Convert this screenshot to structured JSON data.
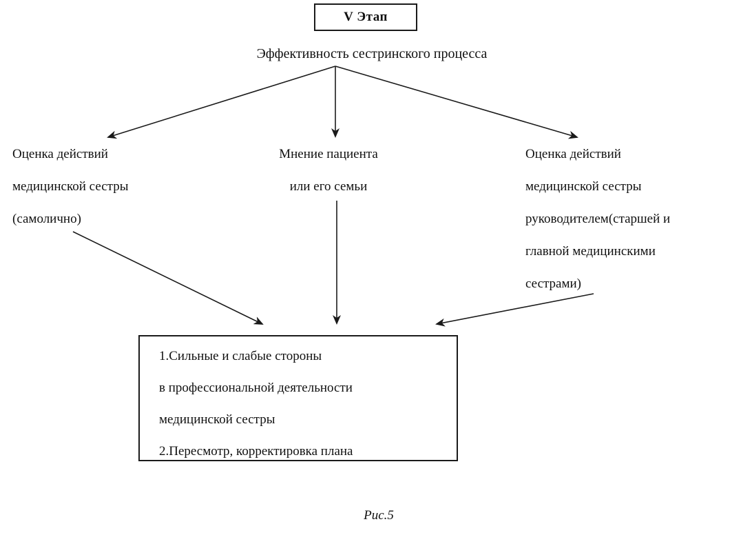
{
  "diagram": {
    "stage_label": "V  Этап",
    "main_title": "Эффективность сестринского процесса",
    "nodes": {
      "left": {
        "lines": [
          "Оценка действий",
          "медицинской сестры",
          "(самолично)"
        ]
      },
      "middle": {
        "lines": [
          "Мнение пациента",
          "или его семьи"
        ]
      },
      "right": {
        "lines": [
          "Оценка действий",
          "медицинской сестры",
          "руководителем(старшей и",
          "главной медицинскими",
          "сестрами)"
        ]
      }
    },
    "result_box": {
      "lines": [
        "1.Сильные и слабые стороны",
        "в профессиональной деятельности",
        "медицинской сестры",
        "2.Пересмотр, корректировка плана"
      ]
    },
    "caption": "Рис.5",
    "colors": {
      "ink": "#1a1a1a",
      "background": "#ffffff"
    }
  }
}
